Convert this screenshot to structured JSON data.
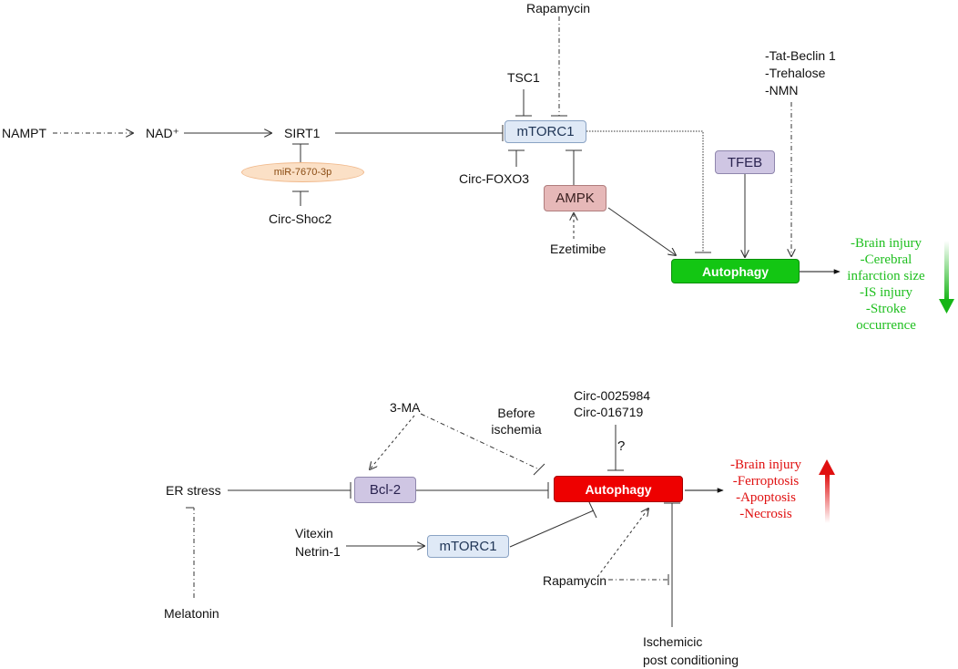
{
  "top": {
    "nampt": "NAMPT",
    "nad": "NAD⁺",
    "sirt1": "SIRT1",
    "mir": "miR-7670-3p",
    "circ_shoc2": "Circ-Shoc2",
    "rapamycin": "Rapamycin",
    "tsc1": "TSC1",
    "mtorc1": "mTORC1",
    "circ_foxo3": "Circ-FOXO3",
    "ampk": "AMPK",
    "ezetimibe": "Ezetimibe",
    "tfeb": "TFEB",
    "activators": [
      "-Tat-Beclin 1",
      "-Trehalose",
      "-NMN"
    ],
    "autophagy": "Autophagy",
    "outcomes": [
      "-Brain injury",
      "-Cerebral",
      "infarction size",
      "-IS injury",
      "-Stroke",
      "occurrence"
    ],
    "outcome_color": "#1fbf1f"
  },
  "bottom": {
    "three_ma": "3-MA",
    "before_ischemia": [
      "Before",
      "ischemia"
    ],
    "circs": [
      "Circ-0025984",
      "Circ-016719"
    ],
    "question": "?",
    "er_stress": "ER stress",
    "bcl2": "Bcl-2",
    "autophagy": "Autophagy",
    "vitexin_netrin": [
      "Vitexin",
      "Netrin-1"
    ],
    "mtorc1": "mTORC1",
    "melatonin": "Melatonin",
    "rapamycin": "Rapamycin",
    "postcond": [
      "Ischemicic",
      "post conditioning"
    ],
    "outcomes": [
      "-Brain injury",
      "-Ferroptosis",
      "-Apoptosis",
      "-Necrosis"
    ],
    "outcome_color": "#e01010"
  }
}
